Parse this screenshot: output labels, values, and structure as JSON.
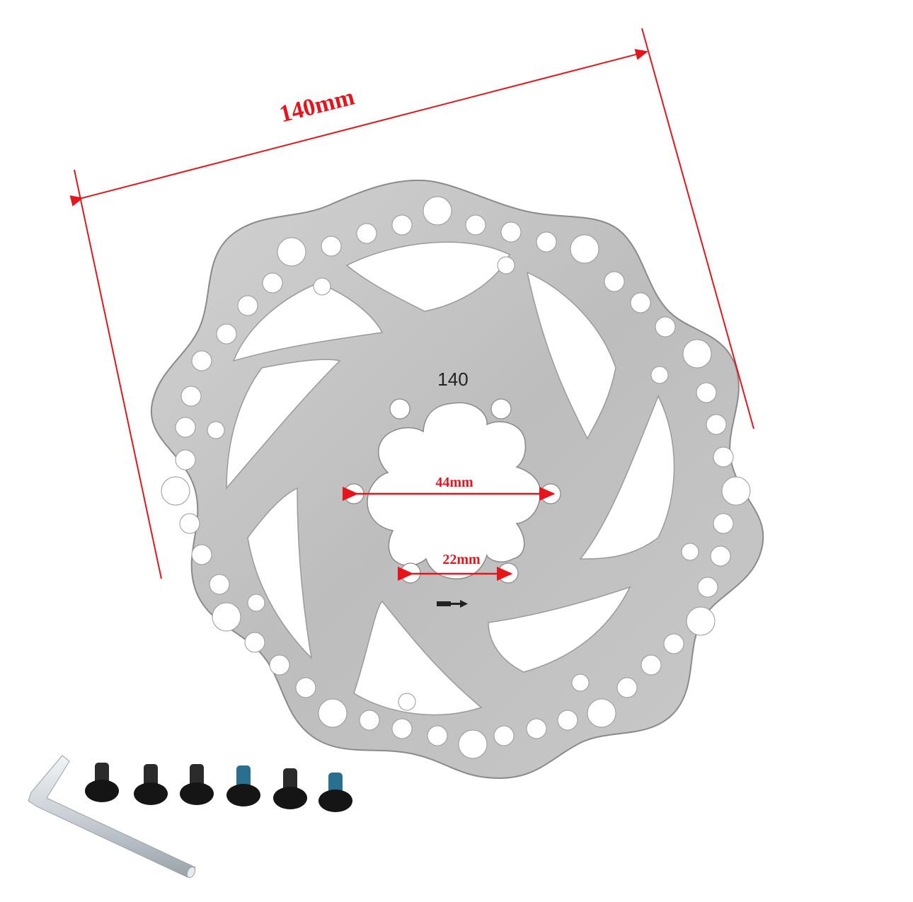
{
  "product": {
    "type": "disc brake rotor kit",
    "rotor_marking": "140",
    "direction_arrow_icon": "rotation-arrow"
  },
  "annotations": {
    "outer_diameter": "140mm",
    "bolt_circle": "44mm",
    "bolt_spacing": "22mm",
    "color": "#e8141b"
  },
  "accessories": {
    "hex_key_count": 1,
    "screw_count": 6
  },
  "colors": {
    "background": "#ffffff",
    "rotor": "#c4c4c4",
    "rotor_edge": "#8a8a8a",
    "screw": "#151515",
    "threadlock": "#2a6f8f",
    "hex_key": "#d6dbe0"
  }
}
